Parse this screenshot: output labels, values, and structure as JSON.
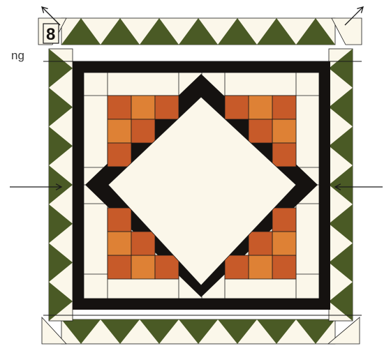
{
  "step": {
    "number": "8",
    "cut_text": "ng"
  },
  "colors": {
    "background": "#ffffff",
    "cream": "#fbf7ea",
    "green": "#4a5a25",
    "black": "#151210",
    "rust_dark": "#c75a29",
    "rust_light": "#de8135",
    "line": "#1a1a1a"
  },
  "pattern": {
    "top_triangles": 7,
    "bottom_triangles": 7,
    "left_triangles": 7,
    "right_triangles": 7,
    "corner_square_cells": 6
  },
  "icons": {
    "arrows": [
      "arrow-diagonal-up-left-icon",
      "arrow-diagonal-up-right-icon",
      "arrow-right-icon",
      "arrow-left-icon"
    ]
  }
}
